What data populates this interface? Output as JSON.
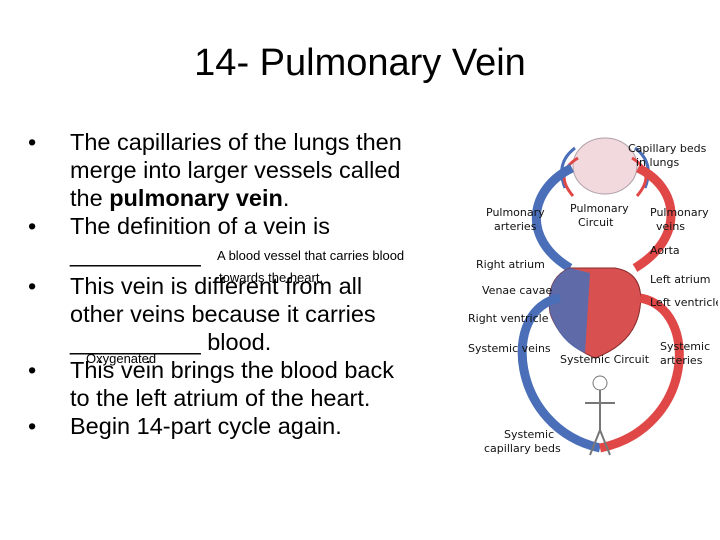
{
  "slide": {
    "title": "14- Pulmonary Vein",
    "bullet1_line1": "The capillaries of the lungs then",
    "bullet1_line2": "merge into larger vessels called",
    "bullet1_line3_pre": "the ",
    "bullet1_line3_bold": "pulmonary vein",
    "bullet1_line3_post": ".",
    "bullet2_line1": "The definition of a vein is",
    "bullet2_blank": "__________",
    "bullet2_answer_line1": "A blood vessel that carries blood",
    "bullet2_answer_line2": "towards the heart.",
    "bullet3_line1": "This vein is different from all",
    "bullet3_line2": "other veins because it carries",
    "bullet3_blank": "__________",
    "bullet3_line3_post": " blood.",
    "bullet3_answer": "Oxygenated",
    "bullet4_line1": "This vein brings the blood back",
    "bullet4_line2": "to the left atrium of the heart.",
    "bullet5": "Begin 14-part cycle again.",
    "bullet_glyph": "•"
  },
  "diagram": {
    "labels": {
      "capillary_beds_lungs_1": "Capillary beds",
      "capillary_beds_lungs_2": "in lungs",
      "pulmonary_arteries_1": "Pulmonary",
      "pulmonary_arteries_2": "arteries",
      "pulmonary_circuit_1": "Pulmonary",
      "pulmonary_circuit_2": "Circuit",
      "pulmonary_veins_1": "Pulmonary",
      "pulmonary_veins_2": "veins",
      "aorta": "Aorta",
      "right_atrium": "Right atrium",
      "left_atrium": "Left atrium",
      "venae_cavae": "Venae cavae",
      "left_ventricle": "Left ventricle",
      "right_ventricle": "Right ventricle",
      "systemic_veins": "Systemic veins",
      "systemic_circuit": "Systemic Circuit",
      "systemic_arteries_1": "Systemic",
      "systemic_arteries_2": "arteries",
      "systemic_capillary_1": "Systemic",
      "systemic_capillary_2": "capillary beds"
    },
    "colors": {
      "oxygenated": "#e04848",
      "deoxygenated": "#4a6fb8"
    }
  }
}
